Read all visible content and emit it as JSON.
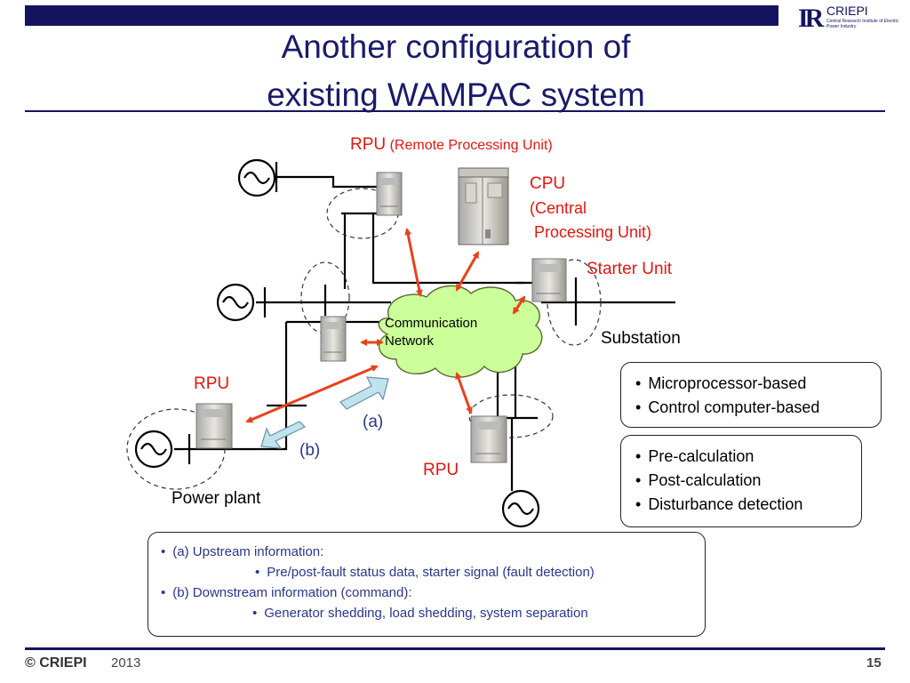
{
  "header": {
    "title_line1": "Another configuration of",
    "title_line2": "existing WAMPAC system",
    "logo_name": "CRIEPI",
    "logo_sub": "Central Research Institute of Electric Power Industry",
    "logo_mark": "IR"
  },
  "diagram": {
    "rpu_top_label": "RPU",
    "rpu_top_sub": "(Remote  Processing Unit)",
    "cpu_label": "CPU",
    "cpu_sub1": "(Central",
    "cpu_sub2": " Processing Unit)",
    "starter_label": "Starter Unit",
    "substation_label": "Substation",
    "comm_line1": "Communication",
    "comm_line2": "Network",
    "rpu_left_label": "RPU",
    "rpu_bottom_label": "RPU",
    "power_plant_label": "Power plant",
    "arrow_a": "(a)",
    "arrow_b": "(b)"
  },
  "boxes": {
    "processor": [
      "Microprocessor-based",
      "Control computer-based"
    ],
    "calc": [
      "Pre-calculation",
      "Post-calculation",
      "Disturbance detection"
    ],
    "info": [
      "(a) Upstream information:",
      "Pre/post-fault status data, starter signal (fault detection)",
      "(b) Downstream information (command):",
      "Generator shedding, load shedding, system separation"
    ]
  },
  "footer": {
    "copyright": "© CRIEPI",
    "year": "2013",
    "page": "15"
  },
  "colors": {
    "navy": "#14145e",
    "red_label": "#e8140e",
    "arrow": "#e8421a",
    "cloud": "#ccff99",
    "downlink": "#bfe3ef"
  }
}
